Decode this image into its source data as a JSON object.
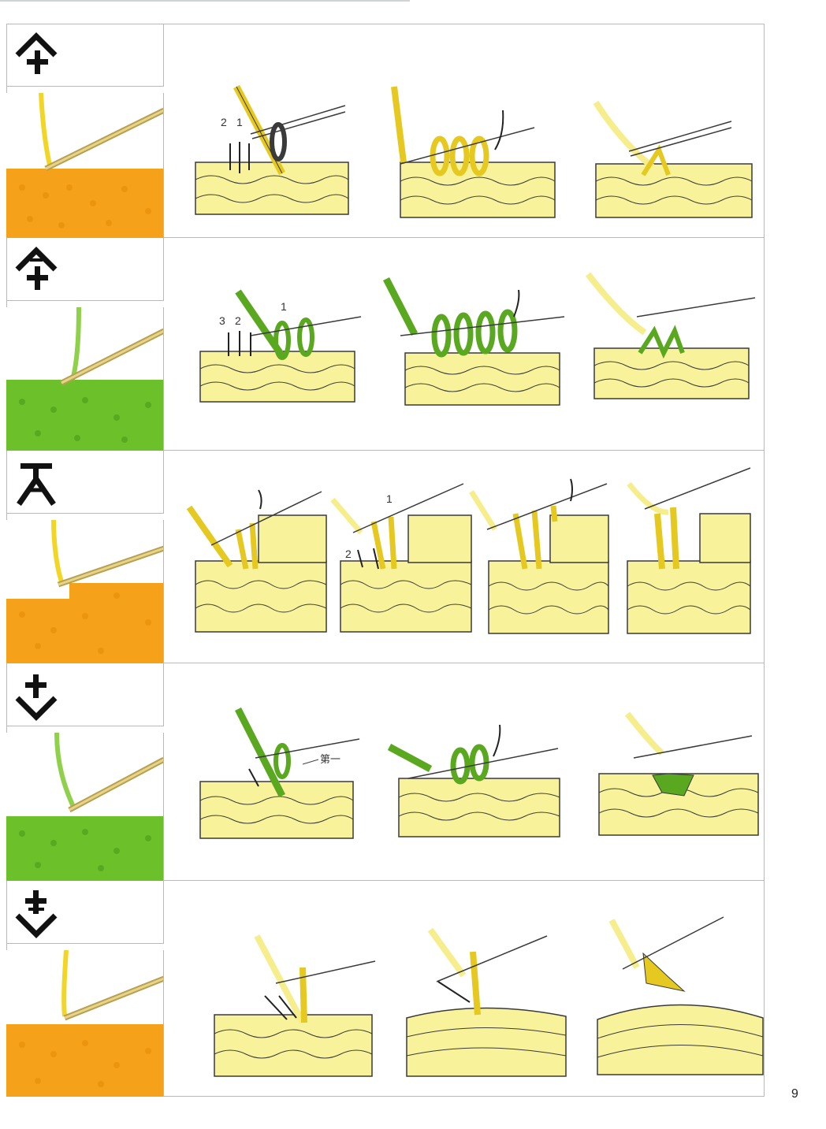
{
  "colors": {
    "orange": "#f6a11a",
    "yellow_yarn": "#f2e64a",
    "green": "#6cc02a",
    "pale_yarn": "#f6ee8c",
    "diagram_fill": "#f8f29a",
    "hook_steel": "#e9ecef",
    "outline": "#3a3a3a"
  },
  "rows": [
    {
      "symbol_icon": "double-crochet-increase-symbol",
      "photo_color": "orange",
      "labels": {
        "a": "2",
        "b": "1"
      }
    },
    {
      "symbol_icon": "triple-crochet-increase-symbol",
      "photo_color": "green",
      "labels": {
        "a": "3",
        "b": "2",
        "c": "1"
      }
    },
    {
      "symbol_icon": "crossed-stitch-symbol",
      "photo_color": "orange",
      "labels": {
        "a": "1",
        "b": "2"
      }
    },
    {
      "symbol_icon": "double-crochet-decrease-symbol",
      "photo_color": "green",
      "labels": {
        "a": "第一"
      }
    },
    {
      "symbol_icon": "triple-crochet-decrease-symbol",
      "photo_color": "orange",
      "labels": {}
    }
  ],
  "page_number": "9"
}
